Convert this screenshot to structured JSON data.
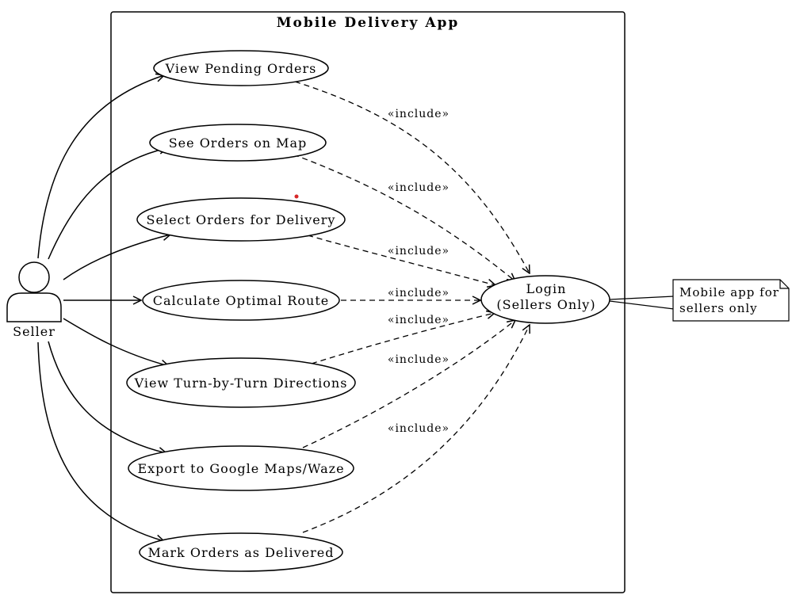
{
  "system": {
    "title": "Mobile Delivery App"
  },
  "actor": {
    "name": "Seller"
  },
  "use_cases": [
    {
      "id": "view-pending",
      "label": "View Pending Orders"
    },
    {
      "id": "see-map",
      "label": "See Orders on Map"
    },
    {
      "id": "select-delivery",
      "label": "Select Orders for Delivery"
    },
    {
      "id": "calc-route",
      "label": "Calculate Optimal Route"
    },
    {
      "id": "turn-by-turn",
      "label": "View Turn-by-Turn Directions"
    },
    {
      "id": "export-maps",
      "label": "Export to Google Maps/Waze"
    },
    {
      "id": "mark-delivered",
      "label": "Mark Orders as Delivered"
    }
  ],
  "login": {
    "line1": "Login",
    "line2": "(Sellers Only)"
  },
  "include_label": "«include»",
  "note": {
    "line1": "Mobile app for",
    "line2": "sellers only"
  },
  "colors": {
    "stroke": "#000000",
    "background": "#ffffff",
    "marker_dot": "#d62728"
  }
}
